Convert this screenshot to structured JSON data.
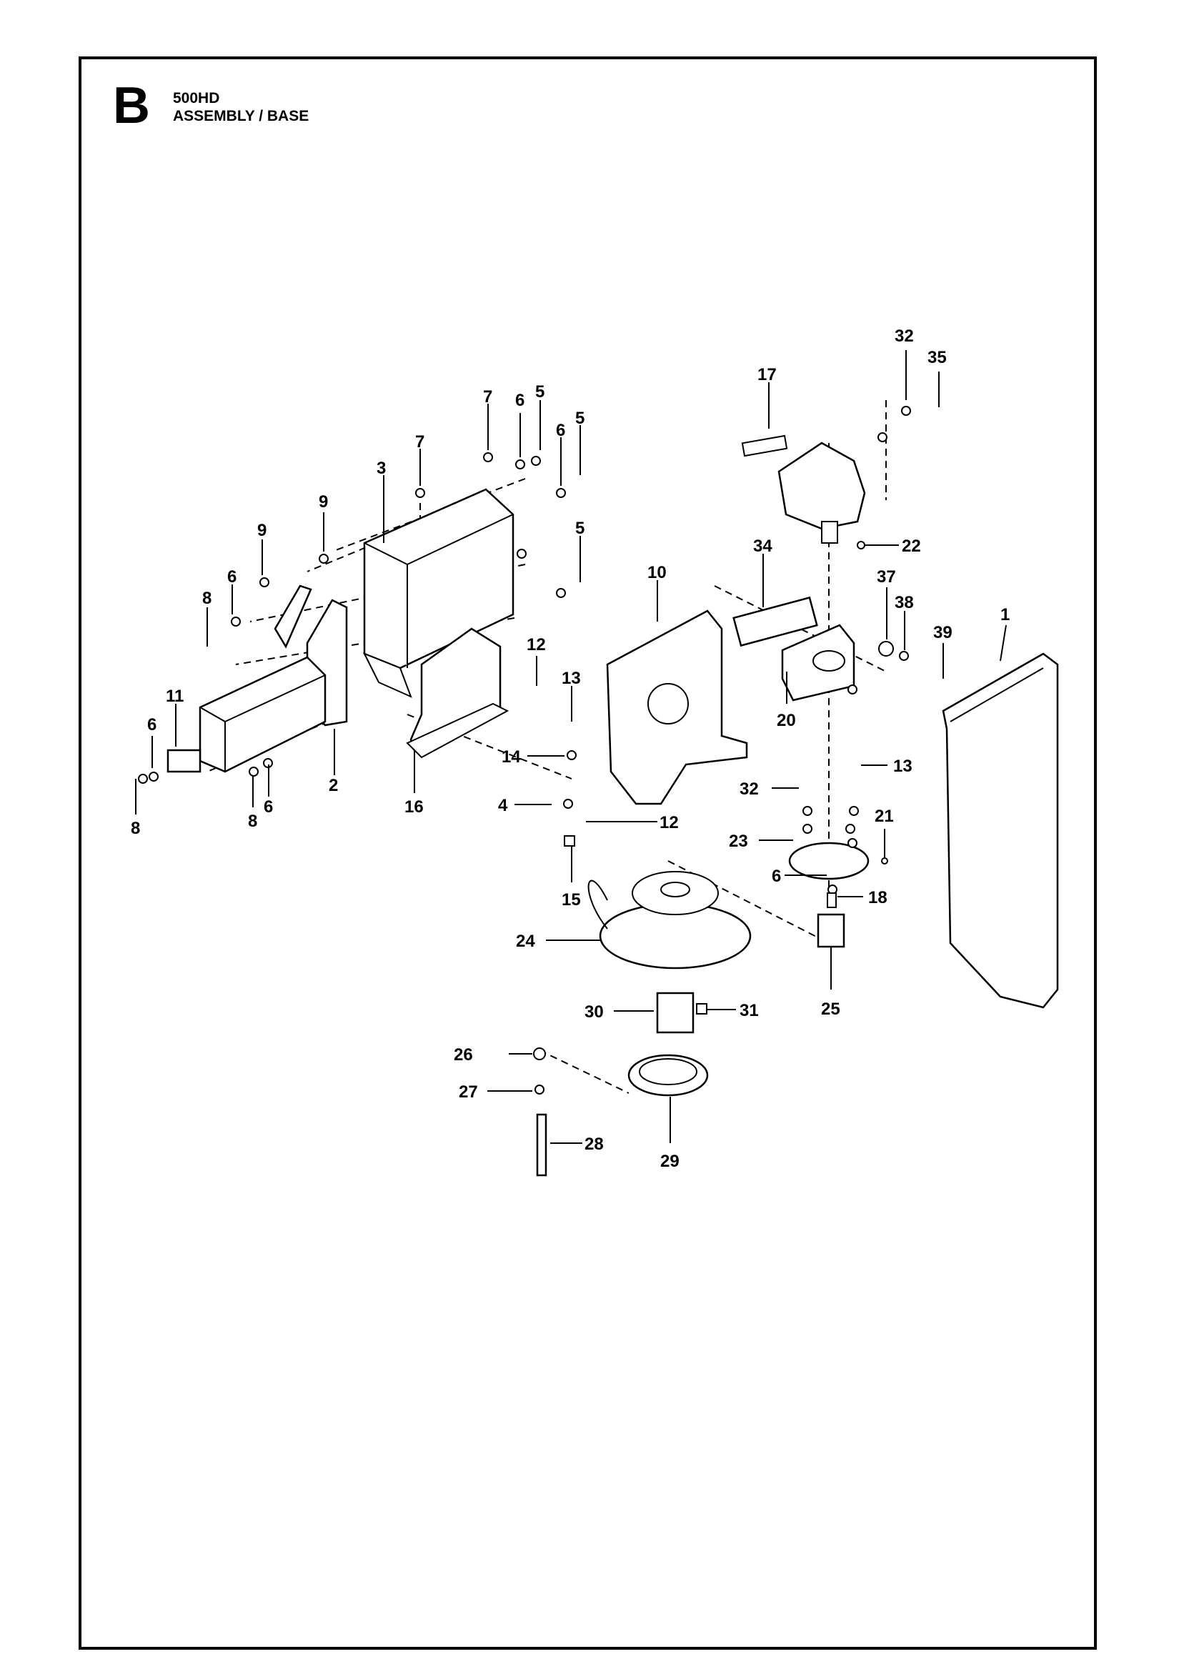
{
  "header": {
    "section_letter": "B",
    "model": "500HD",
    "title": "ASSEMBLY / BASE"
  },
  "callouts": [
    {
      "id": "c-32a",
      "label": "32"
    },
    {
      "id": "c-35",
      "label": "35"
    },
    {
      "id": "c-17",
      "label": "17"
    },
    {
      "id": "c-7a",
      "label": "7"
    },
    {
      "id": "c-6a",
      "label": "6"
    },
    {
      "id": "c-5a",
      "label": "5"
    },
    {
      "id": "c-6b",
      "label": "6"
    },
    {
      "id": "c-5b",
      "label": "5"
    },
    {
      "id": "c-7b",
      "label": "7"
    },
    {
      "id": "c-3",
      "label": "3"
    },
    {
      "id": "c-9a",
      "label": "9"
    },
    {
      "id": "c-9b",
      "label": "9"
    },
    {
      "id": "c-5c",
      "label": "5"
    },
    {
      "id": "c-22",
      "label": "22"
    },
    {
      "id": "c-6c",
      "label": "6"
    },
    {
      "id": "c-8a",
      "label": "8"
    },
    {
      "id": "c-10",
      "label": "10"
    },
    {
      "id": "c-34",
      "label": "34"
    },
    {
      "id": "c-37",
      "label": "37"
    },
    {
      "id": "c-38",
      "label": "38"
    },
    {
      "id": "c-1",
      "label": "1"
    },
    {
      "id": "c-39",
      "label": "39"
    },
    {
      "id": "c-12a",
      "label": "12"
    },
    {
      "id": "c-13a",
      "label": "13"
    },
    {
      "id": "c-11",
      "label": "11"
    },
    {
      "id": "c-20",
      "label": "20"
    },
    {
      "id": "c-6d",
      "label": "6"
    },
    {
      "id": "c-14",
      "label": "14"
    },
    {
      "id": "c-13b",
      "label": "13"
    },
    {
      "id": "c-2",
      "label": "2"
    },
    {
      "id": "c-32b",
      "label": "32"
    },
    {
      "id": "c-4",
      "label": "4"
    },
    {
      "id": "c-16",
      "label": "16"
    },
    {
      "id": "c-8b",
      "label": "8"
    },
    {
      "id": "c-6e",
      "label": "6"
    },
    {
      "id": "c-8c",
      "label": "8"
    },
    {
      "id": "c-12b",
      "label": "12"
    },
    {
      "id": "c-21",
      "label": "21"
    },
    {
      "id": "c-23",
      "label": "23"
    },
    {
      "id": "c-6f",
      "label": "6"
    },
    {
      "id": "c-15",
      "label": "15"
    },
    {
      "id": "c-18",
      "label": "18"
    },
    {
      "id": "c-24",
      "label": "24"
    },
    {
      "id": "c-25",
      "label": "25"
    },
    {
      "id": "c-30",
      "label": "30"
    },
    {
      "id": "c-31",
      "label": "31"
    },
    {
      "id": "c-26",
      "label": "26"
    },
    {
      "id": "c-27",
      "label": "27"
    },
    {
      "id": "c-28",
      "label": "28"
    },
    {
      "id": "c-29",
      "label": "29"
    }
  ]
}
